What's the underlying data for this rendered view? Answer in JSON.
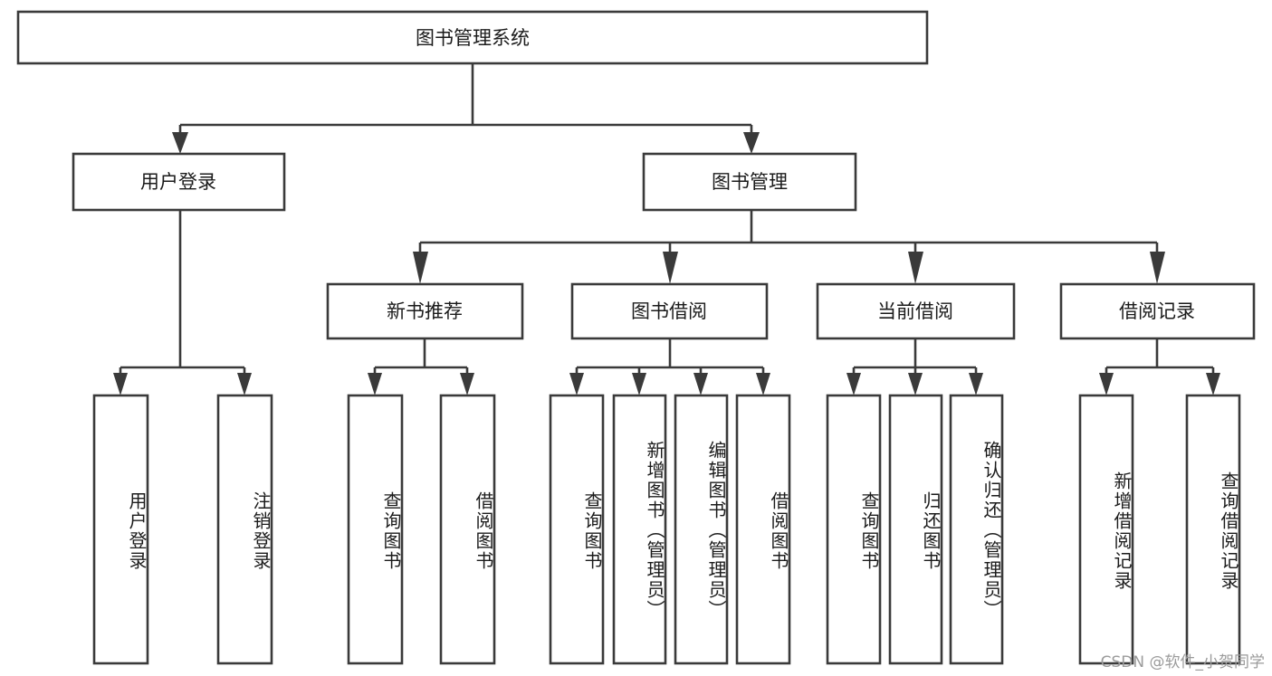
{
  "diagram": {
    "title": "图书管理系统",
    "type": "tree",
    "watermark": "CSDN @软件_小贺同学",
    "colors": {
      "box_stroke": "#3a3a3a",
      "box_fill": "#ffffff",
      "text": "#1b1b1b",
      "connector": "#3a3a3a",
      "watermark": "#9b9b9b",
      "background": "#ffffff"
    },
    "levels": {
      "root": {
        "label": "图书管理系统"
      },
      "level2": [
        {
          "label": "用户登录"
        },
        {
          "label": "图书管理"
        }
      ],
      "level3": [
        {
          "label": "新书推荐"
        },
        {
          "label": "图书借阅"
        },
        {
          "label": "当前借阅"
        },
        {
          "label": "借阅记录"
        }
      ],
      "leaves": {
        "user_login": [
          {
            "label": "用户登录"
          },
          {
            "label": "注销登录"
          }
        ],
        "new_book": [
          {
            "label": "查询图书"
          },
          {
            "label": "借阅图书"
          }
        ],
        "book_borrow": [
          {
            "label": "查询图书"
          },
          {
            "label": "新增图书（管理员）"
          },
          {
            "label": "编辑图书（管理员）"
          },
          {
            "label": "借阅图书"
          }
        ],
        "current_borrow": [
          {
            "label": "查询图书"
          },
          {
            "label": "归还图书"
          },
          {
            "label": "确认归还（管理员）"
          }
        ],
        "borrow_record": [
          {
            "label": "新增借阅记录"
          },
          {
            "label": "查询借阅记录"
          }
        ]
      }
    }
  }
}
